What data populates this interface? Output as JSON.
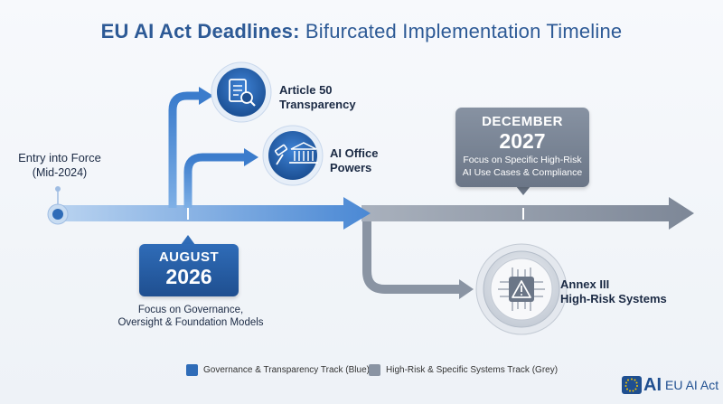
{
  "title": {
    "bold": "EU AI Act Deadlines:",
    "rest": " Bifurcated Implementation Timeline"
  },
  "entry": {
    "line1": "Entry into Force",
    "line2": "(Mid-2024)"
  },
  "milestones": {
    "article50": {
      "line1": "Article 50",
      "line2": "Transparency",
      "icon": "document-search-icon"
    },
    "ai_office": {
      "line1": "AI Office",
      "line2": "Powers",
      "icon": "gavel-courthouse-icon"
    },
    "annex3": {
      "line1": "Annex III",
      "line2": "High-Risk Systems",
      "icon": "chip-warning-icon"
    }
  },
  "august": {
    "month": "AUGUST",
    "year": "2026",
    "desc_line1": "Focus on Governance,",
    "desc_line2": "Oversight & Foundation Models"
  },
  "december": {
    "month": "DECEMBER",
    "year": "2027",
    "desc_line1": "Focus on Specific High-Risk",
    "desc_line2": "AI Use Cases & Compliance"
  },
  "legend": {
    "blue": {
      "label": "Governance & Transparency Track (Blue)",
      "color": "#2f6cb8"
    },
    "grey": {
      "label": "High-Risk & Specific Systems Track (Grey)",
      "color": "#8a94a3"
    }
  },
  "brand": {
    "mark": "AI",
    "text": "EU AI Act"
  }
}
